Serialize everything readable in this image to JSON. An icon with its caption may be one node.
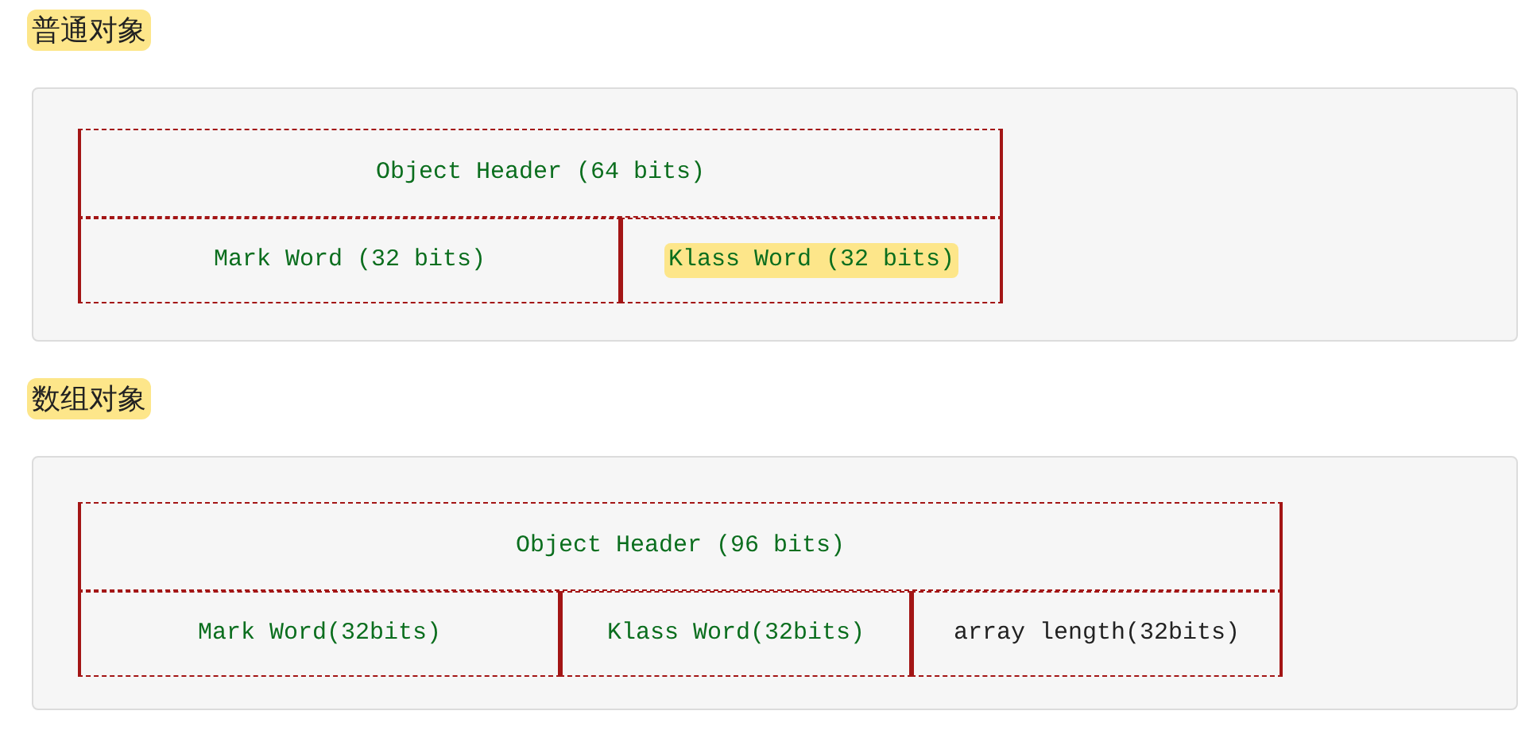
{
  "diagram": {
    "nodes": [
      {
        "text": [
          "普通对象"
        ]
      },
      {
        "text": [
          "Object Header (64 bits)"
        ],
        "in": 0
      },
      {
        "text": [
          "Mark Word (32 bits)"
        ],
        "in": 0
      },
      {
        "text": [
          "Klass Word (32 bits)"
        ],
        "in": 0
      },
      {
        "text": [
          "数组对象"
        ]
      },
      {
        "text": [
          "Object Header (96 bits)"
        ],
        "in": 4
      },
      {
        "text": [
          "Mark Word(32bits)"
        ],
        "in": 4
      },
      {
        "text": [
          "Klass Word(32bits)"
        ],
        "in": 4
      },
      {
        "text": [
          "array length(32bits)"
        ],
        "in": 4
      }
    ]
  }
}
